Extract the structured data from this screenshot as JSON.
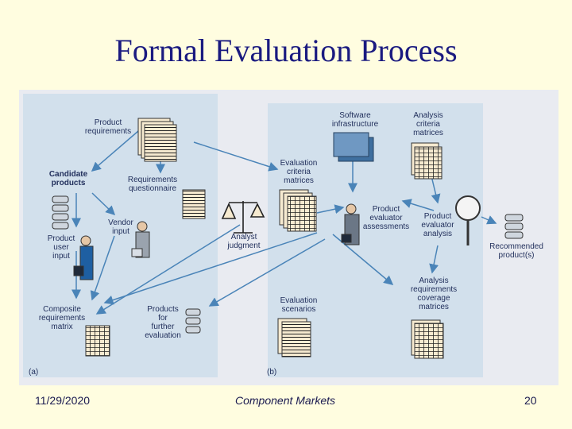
{
  "slide": {
    "title": "Formal Evaluation Process",
    "footer_date": "11/29/2020",
    "footer_center": "Component Markets",
    "page_number": "20"
  },
  "diagram": {
    "panel_a": {
      "tag": "(a)",
      "product_requirements": "Product\nrequirements",
      "candidate_products": "Candidate\nproducts",
      "requirements_questionnaire": "Requirements\nquestionnaire",
      "vendor_input": "Vendor\ninput",
      "product_user_input": "Product\nuser\ninput",
      "composite_requirements_matrix": "Composite\nrequirements\nmatrix",
      "products_for_further_evaluation": "Products\nfor\nfurther\nevaluation"
    },
    "analyst_judgment": "Analyst\njudgment",
    "panel_b": {
      "tag": "(b)",
      "software_infrastructure": "Software\ninfrastructure",
      "analysis_criteria_matrices": "Analysis\ncriteria\nmatrices",
      "evaluation_criteria_matrices": "Evaluation\ncriteria\nmatrices",
      "product_evaluator_assessments": "Product\nevaluator\nassessments",
      "product_evaluator_analysis": "Product\nevaluator\nanalysis",
      "analysis_requirements_coverage_matrices": "Analysis\nrequirements\ncoverage\nmatrices",
      "evaluation_scenarios": "Evaluation\nscenarios"
    },
    "recommended_products": "Recommended\nproduct(s)",
    "colors": {
      "panel": "#d2e0ec",
      "arrow": "#4a84b8",
      "text": "#1f2d5a",
      "document": "#f6ead0"
    }
  }
}
